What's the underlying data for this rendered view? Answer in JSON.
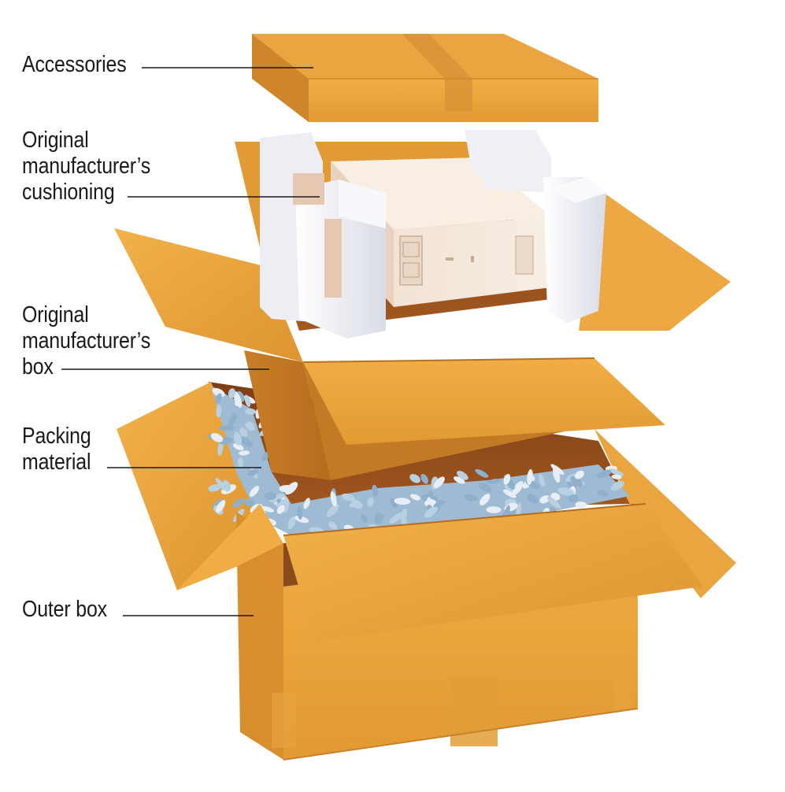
{
  "labels": {
    "accessories": [
      "Accessories"
    ],
    "cushioning": [
      "Original",
      "manufacturer’s",
      "cushioning"
    ],
    "inner_box": [
      "Original",
      "manufacturer’s",
      "box"
    ],
    "packing_material": [
      "Packing",
      "material"
    ],
    "outer_box": [
      "Outer box"
    ]
  },
  "colors": {
    "cardboard": "#e8a23c",
    "cardboard_dark": "#c67a22",
    "cardboard_interior": "#8a4a1c",
    "foam": "#eef0f5",
    "computer": "#f4e8dc",
    "peanuts": "#a9c4dc",
    "leader_line": "#1a1a1a"
  }
}
